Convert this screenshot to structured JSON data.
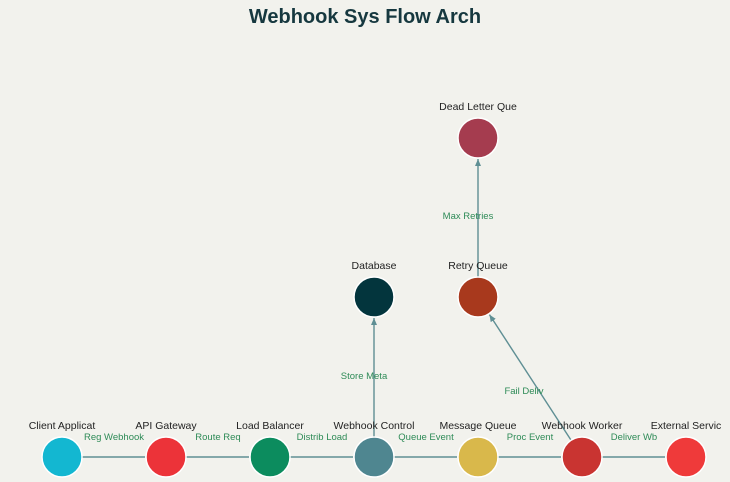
{
  "title": "Webhook Sys Flow Arch",
  "colors": {
    "edge": "#5f8f94",
    "edge_label": "#2e8b57",
    "background": "#f2f2ed"
  },
  "nodes": [
    {
      "id": "client",
      "label": "Client Applicat",
      "color": "#13b7d1"
    },
    {
      "id": "gateway",
      "label": "API Gateway",
      "color": "#ec3339"
    },
    {
      "id": "lb",
      "label": "Load Balancer",
      "color": "#0c8c5e"
    },
    {
      "id": "controller",
      "label": "Webhook Control",
      "color": "#4f8690"
    },
    {
      "id": "mq",
      "label": "Message Queue",
      "color": "#d9b84b"
    },
    {
      "id": "worker",
      "label": "Webhook Worker",
      "color": "#c93431"
    },
    {
      "id": "external",
      "label": "External Servic",
      "color": "#ef3a3a"
    },
    {
      "id": "db",
      "label": "Database",
      "color": "#03353d"
    },
    {
      "id": "retry",
      "label": "Retry Queue",
      "color": "#a8391d"
    },
    {
      "id": "dlq",
      "label": "Dead Letter Que",
      "color": "#a53c4f"
    }
  ],
  "edges": [
    {
      "from": "client",
      "to": "gateway",
      "label": "Reg Webhook",
      "arrow": false
    },
    {
      "from": "gateway",
      "to": "lb",
      "label": "Route Req",
      "arrow": false
    },
    {
      "from": "lb",
      "to": "controller",
      "label": "Distrib Load",
      "arrow": false
    },
    {
      "from": "controller",
      "to": "mq",
      "label": "Queue Event",
      "arrow": false
    },
    {
      "from": "mq",
      "to": "worker",
      "label": "Proc Event",
      "arrow": false
    },
    {
      "from": "worker",
      "to": "external",
      "label": "Deliver Wb",
      "arrow": false
    },
    {
      "from": "controller",
      "to": "db",
      "label": "Store Meta",
      "arrow": true
    },
    {
      "from": "worker",
      "to": "retry",
      "label": "Fail Deliv",
      "arrow": true
    },
    {
      "from": "retry",
      "to": "dlq",
      "label": "Max Retries",
      "arrow": true
    }
  ]
}
